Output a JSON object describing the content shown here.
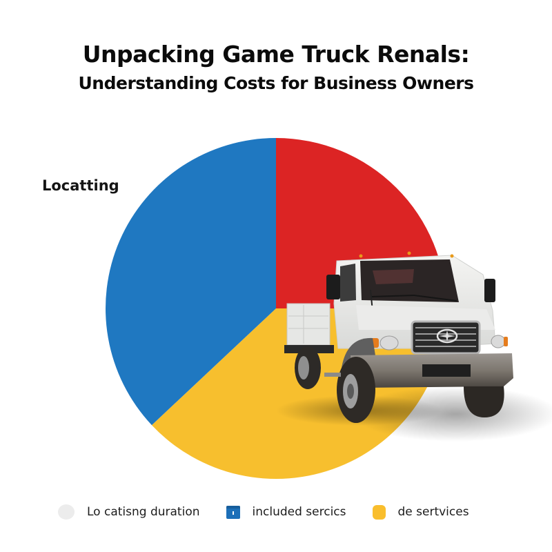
{
  "header": {
    "title_line1": "Unpacking Game Truck Renals:",
    "title_line2": "Understanding Costs for Business Owners"
  },
  "callout": {
    "label": "Locatting"
  },
  "colors": {
    "red": "#dc2424",
    "blue": "#1f78c1",
    "yellow": "#f7bf2e",
    "legend_gray": "#ececec",
    "legend_blue": "#1c6fb8",
    "legend_yellow": "#f9be2d"
  },
  "legend": {
    "items": [
      {
        "label": "Lo catisng duration",
        "icon": "blob-icon",
        "color": "#ececec"
      },
      {
        "label": "included sercics",
        "icon": "calendar-icon",
        "color": "#1c6fb8"
      },
      {
        "label": "de sertvices",
        "icon": "rounded-square-icon",
        "color": "#f9be2d"
      }
    ]
  },
  "chart_data": {
    "type": "pie",
    "title": "Unpacking Game Truck Renals: Understanding Costs for Business Owners",
    "start_angle_deg": 0,
    "direction": "clockwise",
    "center": [
      400,
      447
    ],
    "radius": 247,
    "slices": [
      {
        "name": "Red segment",
        "value": 25,
        "color": "#dc2424"
      },
      {
        "name": "Yellow segment",
        "value": 38,
        "color": "#f7bf2e"
      },
      {
        "name": "Blue segment",
        "value": 37,
        "color": "#1f78c1"
      }
    ],
    "annotations": [
      "Locatting"
    ],
    "legend_entries": [
      "Lo catisng duration",
      "included sercics",
      "de sertvices"
    ],
    "legend_position": "bottom",
    "overlay_image": "white pickup truck"
  }
}
